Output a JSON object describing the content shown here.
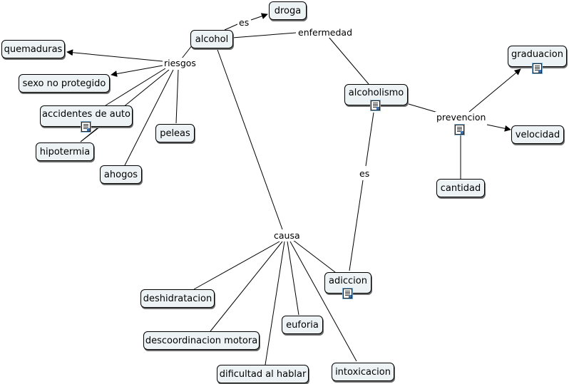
{
  "concepts": {
    "alcohol": "alcohol",
    "droga": "droga",
    "quemaduras": "quemaduras",
    "sexo_no_protegido": "sexo no protegido",
    "accidentes_de_auto": "accidentes de auto",
    "hipotermia": "hipotermia",
    "ahogos": "ahogos",
    "peleas": "peleas",
    "alcoholismo": "alcoholismo",
    "graduacion": "graduacion",
    "velocidad": "velocidad",
    "cantidad": "cantidad",
    "adiccion": "adiccion",
    "deshidratacion": "deshidratacion",
    "descoordinacion_motora": "descoordinacion motora",
    "dificultad_al_hablar": "dificultad al hablar",
    "euforia": "euforia",
    "intoxicacion": "intoxicacion"
  },
  "linking_phrases": {
    "es_1": "es",
    "enfermedad": "enfermedad",
    "riesgos": "riesgos",
    "prevencion": "prevencion",
    "es_2": "es",
    "causa": "causa"
  },
  "icons": {
    "resource": "document-icon"
  },
  "colors": {
    "node_fill": "#edf3f5",
    "node_border": "#000000",
    "line": "#000000"
  }
}
